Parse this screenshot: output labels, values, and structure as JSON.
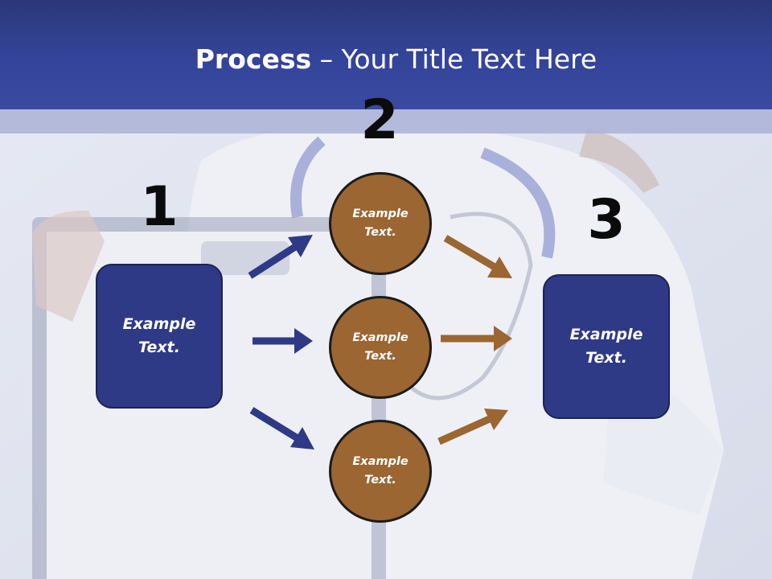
{
  "title": {
    "bold": "Process",
    "rest": " – Your Title Text Here"
  },
  "steps": [
    {
      "number": "1",
      "label": "Example\nText."
    },
    {
      "number": "2",
      "items": [
        "Example\nText.",
        "Example\nText.",
        "Example\nText."
      ]
    },
    {
      "number": "3",
      "label": "Example\nText."
    }
  ],
  "colors": {
    "header": "#34449a",
    "box": "#2e3a85",
    "circle": "#9b6632",
    "arrow_blue": "#2e3a85",
    "arrow_brown": "#9b6632"
  }
}
